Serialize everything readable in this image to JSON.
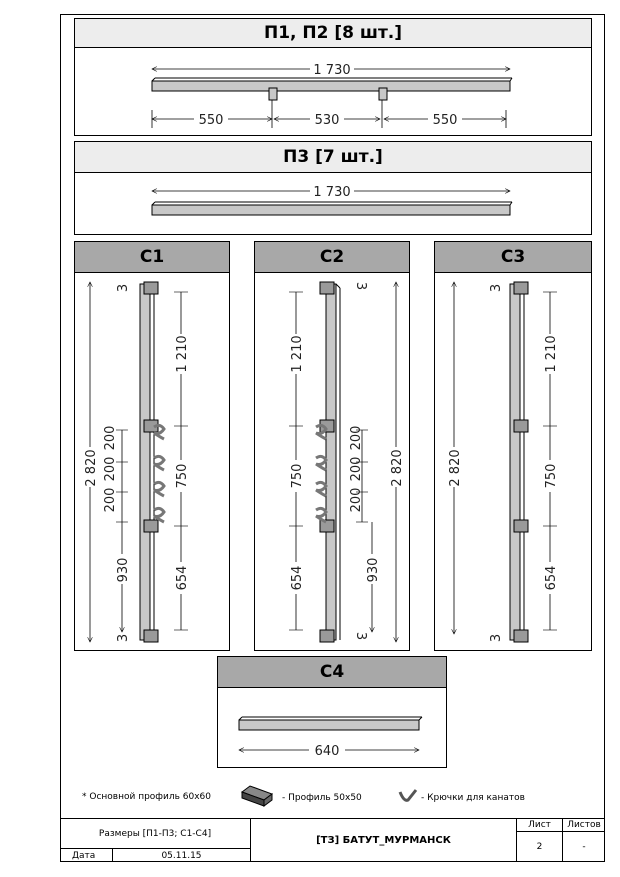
{
  "p12": {
    "title": "П1, П2  [8 шт.]",
    "total": "1 730",
    "seg1": "550",
    "seg2": "530",
    "seg3": "550"
  },
  "p3": {
    "title": "П3  [7 шт.]",
    "total": "1 730"
  },
  "c1": {
    "title": "С1",
    "total": "2 820",
    "top": "3",
    "bottom": "3",
    "upper": "1 210",
    "middle": "750",
    "lower": "654",
    "bot": "930",
    "sp1": "200",
    "sp2": "200",
    "sp3": "200"
  },
  "c2": {
    "title": "С2",
    "total": "2 820",
    "top": "3",
    "bottom": "3",
    "upper": "1 210",
    "middle": "750",
    "lower": "654",
    "bot": "930",
    "sp1": "200",
    "sp2": "200",
    "sp3": "200"
  },
  "c3": {
    "title": "С3",
    "total": "2 820",
    "top": "3",
    "bottom": "3",
    "upper": "1 210",
    "middle": "750",
    "lower": "654"
  },
  "c4": {
    "title": "С4",
    "total": "640"
  },
  "legend": {
    "note": "* Основной профиль 60х60",
    "profile": "- Профиль 50х50",
    "hooks": "- Крючки для канатов"
  },
  "titleblock": {
    "name": "Размеры [П1-П3; С1-С4]",
    "date_label": "Дата",
    "date": "05.11.15",
    "project": "[ТЗ] БАТУТ_МУРМАНСК",
    "sheet_label": "Лист",
    "sheets_label": "Листов",
    "sheet": "2",
    "sheets": "-"
  },
  "colors": {
    "header_light": "#ededed",
    "header_dark": "#a8a8a8",
    "beam": "#c8c8c8"
  }
}
